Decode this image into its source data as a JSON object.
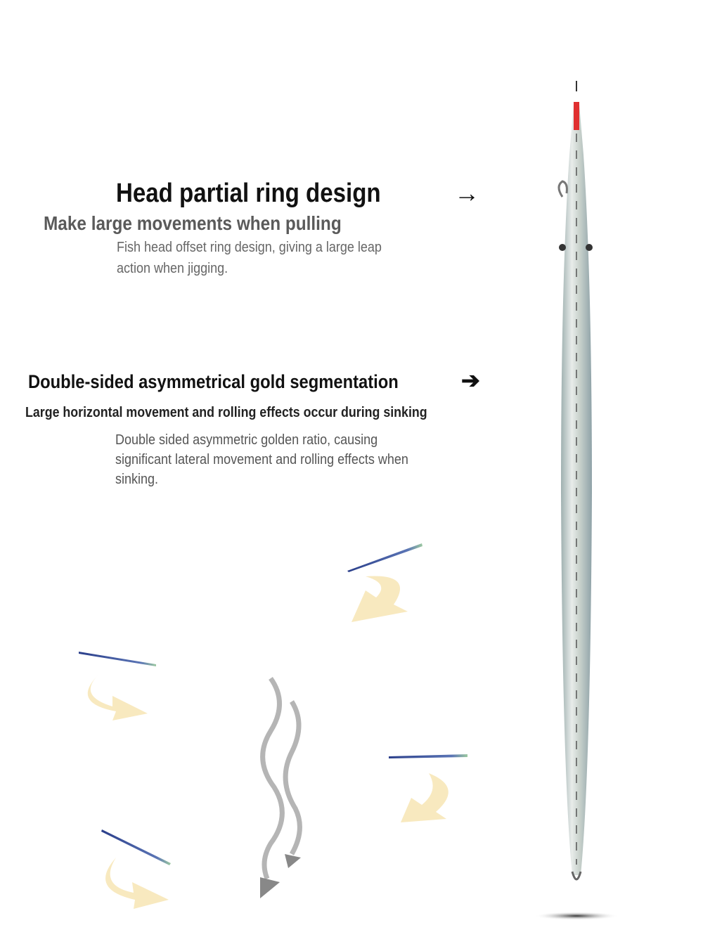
{
  "section1": {
    "title": "Head partial ring design",
    "arrow": "→",
    "subtitle": "Make large movements when pulling",
    "body": "Fish head offset ring design, giving a large leap action when jigging."
  },
  "section2": {
    "title": "Double-sided asymmetrical gold segmentation",
    "arrow": "➔",
    "subtitle": "Large horizontal movement and rolling effects occur during sinking",
    "body": "Double sided asymmetric golden ratio, causing significant lateral movement and rolling effects when sinking."
  },
  "colors": {
    "lure_head": "#e03030",
    "lure_body": "#cfd6d2",
    "motion_arrow": "#f7e7b8",
    "wave": "#b5b5b5"
  }
}
